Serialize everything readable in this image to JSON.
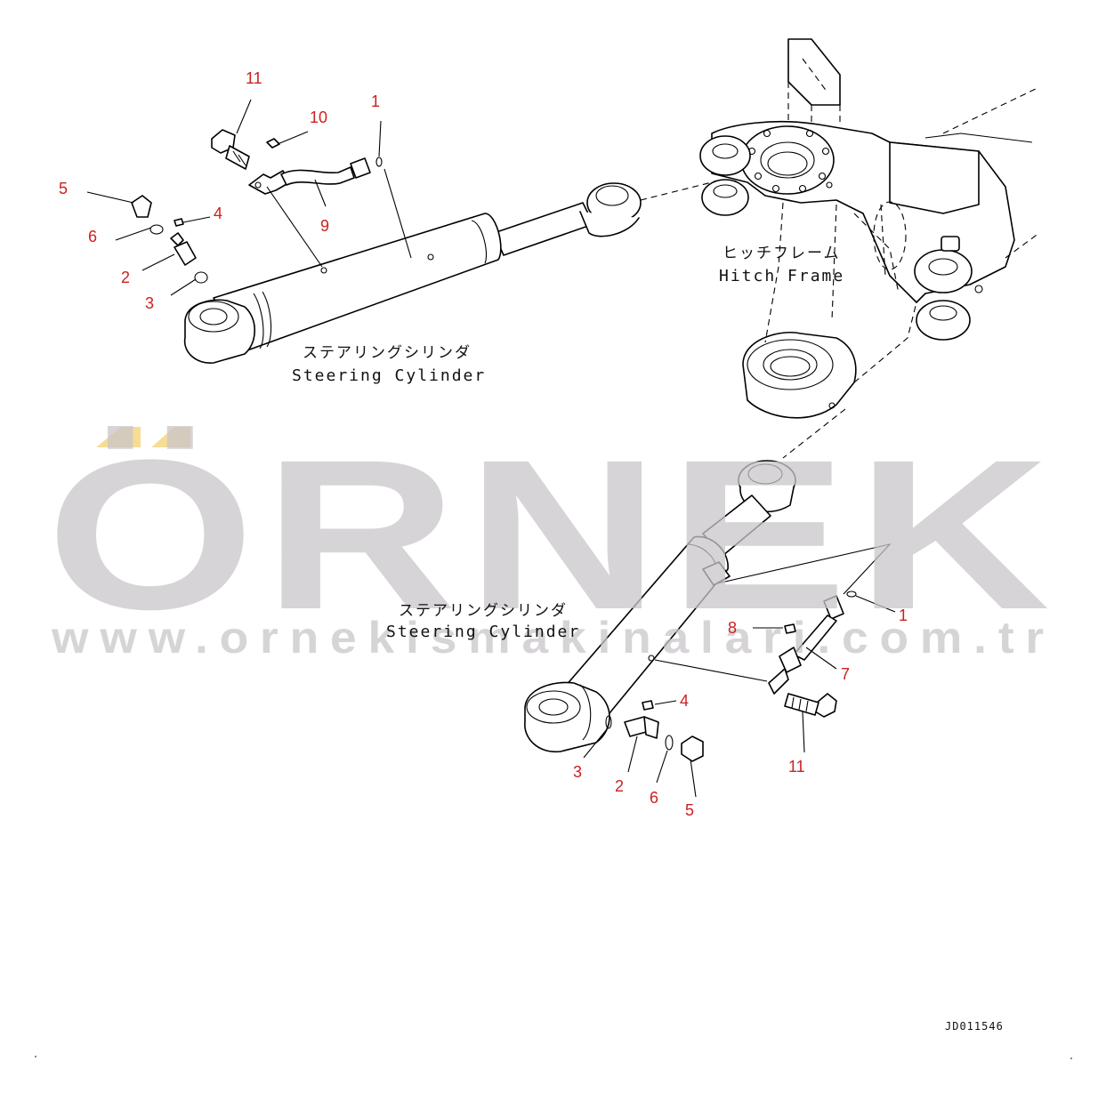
{
  "watermark": {
    "brand": "ÖRNEK",
    "url": "www.ornekismakinalari.com.tr",
    "accent_color": "#f5d37a",
    "gray_color": "#c9c6ca"
  },
  "labels": {
    "hitch_frame_jp": "ヒッチフレーム",
    "hitch_frame_en": "Hitch Frame",
    "cylinder_top_jp": "ステアリングシリンダ",
    "cylinder_top_en": "Steering Cylinder",
    "cylinder_bottom_jp": "ステアリングシリンダ",
    "cylinder_bottom_en": "Steering Cylinder"
  },
  "callouts_top": {
    "c11": "11",
    "c10": "10",
    "c1": "1",
    "c5": "5",
    "c4": "4",
    "c6": "6",
    "c9": "9",
    "c2": "2",
    "c3": "3"
  },
  "callouts_bottom": {
    "c1": "1",
    "c8": "8",
    "c7": "7",
    "c4": "4",
    "c3": "3",
    "c2": "2",
    "c6": "6",
    "c5": "5",
    "c11": "11"
  },
  "drawing_id": "JD011546",
  "callout_color": "#cc1f1f"
}
